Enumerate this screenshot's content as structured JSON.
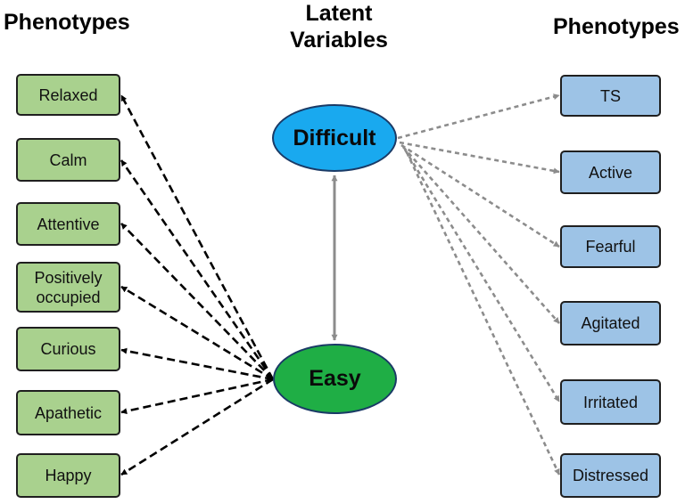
{
  "headings": {
    "left": "Phenotypes",
    "center_line1": "Latent",
    "center_line2": "Variables",
    "right": "Phenotypes"
  },
  "latent": {
    "top": "Difficult",
    "bottom": "Easy"
  },
  "left_phenotypes": [
    "Relaxed",
    "Calm",
    "Attentive",
    "Positively occupied",
    "Curious",
    "Apathetic",
    "Happy"
  ],
  "right_phenotypes": [
    "TS",
    "Active",
    "Fearful",
    "Agitated",
    "Irritated",
    "Distressed"
  ],
  "colors": {
    "green_box": "#a9d18e",
    "blue_box": "#9dc3e6",
    "difficult_fill": "#19a9ef",
    "easy_fill": "#1fae45",
    "left_arrows": "#000000",
    "right_arrows": "#8c8c8c",
    "link_arrow": "#8c8c8c"
  }
}
